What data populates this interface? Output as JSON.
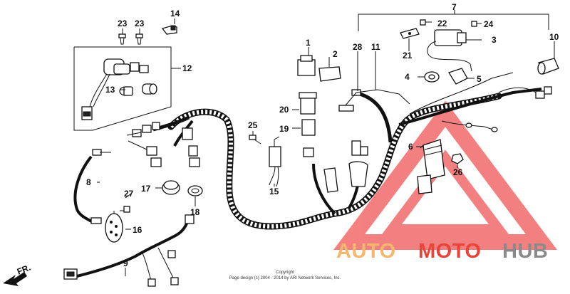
{
  "callouts": {
    "c1": "1",
    "c2": "2",
    "c3": "3",
    "c4": "4",
    "c5": "5",
    "c6": "6",
    "c7": "7",
    "c8": "8",
    "c9": "9",
    "c10": "10",
    "c11": "11",
    "c12": "12",
    "c13": "13",
    "c14": "14",
    "c16": "16",
    "c17": "17",
    "c18": "18",
    "c19": "19",
    "c20": "20",
    "c21": "21",
    "c22": "22",
    "c23a": "23",
    "c23b": "23",
    "c24": "24",
    "c25": "25",
    "c26": "26",
    "c27": "27",
    "c28": "28",
    "c15": "15"
  },
  "direction_label": "FR.",
  "copyright": {
    "line1": "Copyright",
    "line2": "Page design (c) 2004 - 2014 by ARI Network Services, Inc."
  },
  "watermark": {
    "part1": "AUTO",
    "part2": "MOTO",
    "part3": "HUB",
    "colors": {
      "auto": "#f2b86e",
      "moto": "#e9433a",
      "hub": "#8a8a8a",
      "triangle": "#f26a6a"
    }
  }
}
